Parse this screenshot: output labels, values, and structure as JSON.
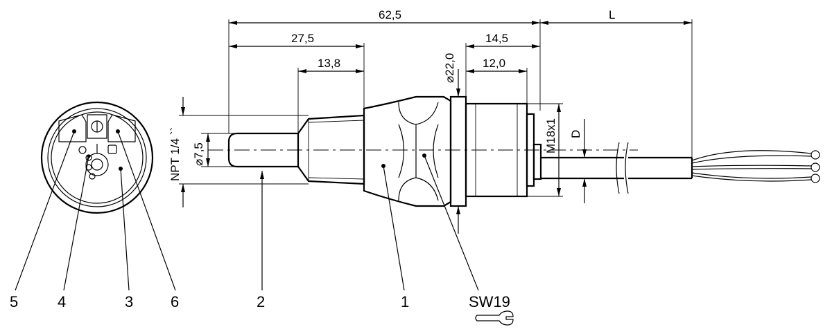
{
  "dimensions": {
    "overall_length": "62,5",
    "length_to_body": "27,5",
    "thread_length": "13,8",
    "flange_to_end": "14,5",
    "thread_length_m18": "12,0",
    "flange_diameter": "⌀22,0",
    "cable_length": "L",
    "process_thread": "NPT 1/4 ``",
    "probe_diameter": "⌀7,5",
    "connector_thread": "M18x1",
    "cable_diameter": "D"
  },
  "callouts": {
    "pin_5": "5",
    "pin_4": "4",
    "pin_3": "3",
    "pin_6": "6",
    "item_2": "2",
    "item_1": "1",
    "wrench_size": "SW19"
  },
  "icons": {
    "wrench": "wrench-icon"
  }
}
